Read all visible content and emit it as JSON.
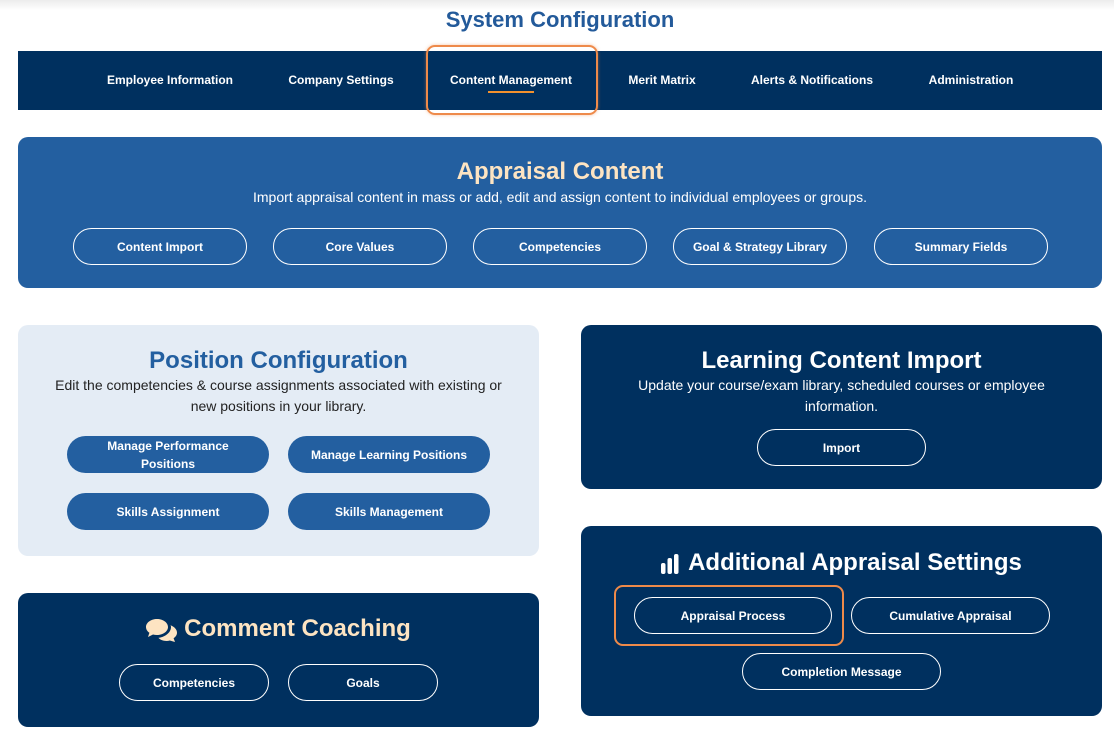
{
  "page": {
    "title": "System Configuration"
  },
  "nav": {
    "items": [
      {
        "label": "Employee Information"
      },
      {
        "label": "Company Settings"
      },
      {
        "label": "Content Management"
      },
      {
        "label": "Merit Matrix"
      },
      {
        "label": "Alerts & Notifications"
      },
      {
        "label": "Administration"
      }
    ],
    "active": "Content Management"
  },
  "appraisal": {
    "title": "Appraisal Content",
    "description": "Import appraisal content in mass or add, edit and assign content to individual employees or groups.",
    "buttons": [
      "Content Import",
      "Core Values",
      "Competencies",
      "Goal & Strategy Library",
      "Summary Fields"
    ]
  },
  "position": {
    "title": "Position Configuration",
    "description_line1": "Edit the competencies & course assignments associated with existing or",
    "description_line2": "new positions in your library.",
    "buttons": [
      "Manage Performance Positions",
      "Manage Learning Positions",
      "Skills Assignment",
      "Skills Management"
    ]
  },
  "learning": {
    "title": "Learning Content Import",
    "description_line1": "Update your course/exam library, scheduled courses or employee",
    "description_line2": "information.",
    "buttons": [
      "Import"
    ]
  },
  "additional": {
    "title": "Additional Appraisal Settings",
    "icon": "bar-chart-icon",
    "buttons": [
      "Appraisal Process",
      "Cumulative Appraisal",
      "Completion Message"
    ]
  },
  "comment": {
    "title": "Comment Coaching",
    "icon": "comments-icon",
    "buttons": [
      "Competencies",
      "Goals"
    ]
  },
  "colors": {
    "navy": "#00305f",
    "blue": "#235fa0",
    "light_panel": "#e4ecf5",
    "accent_orange": "#ee8a4a",
    "title_cream": "#fde4c2"
  }
}
